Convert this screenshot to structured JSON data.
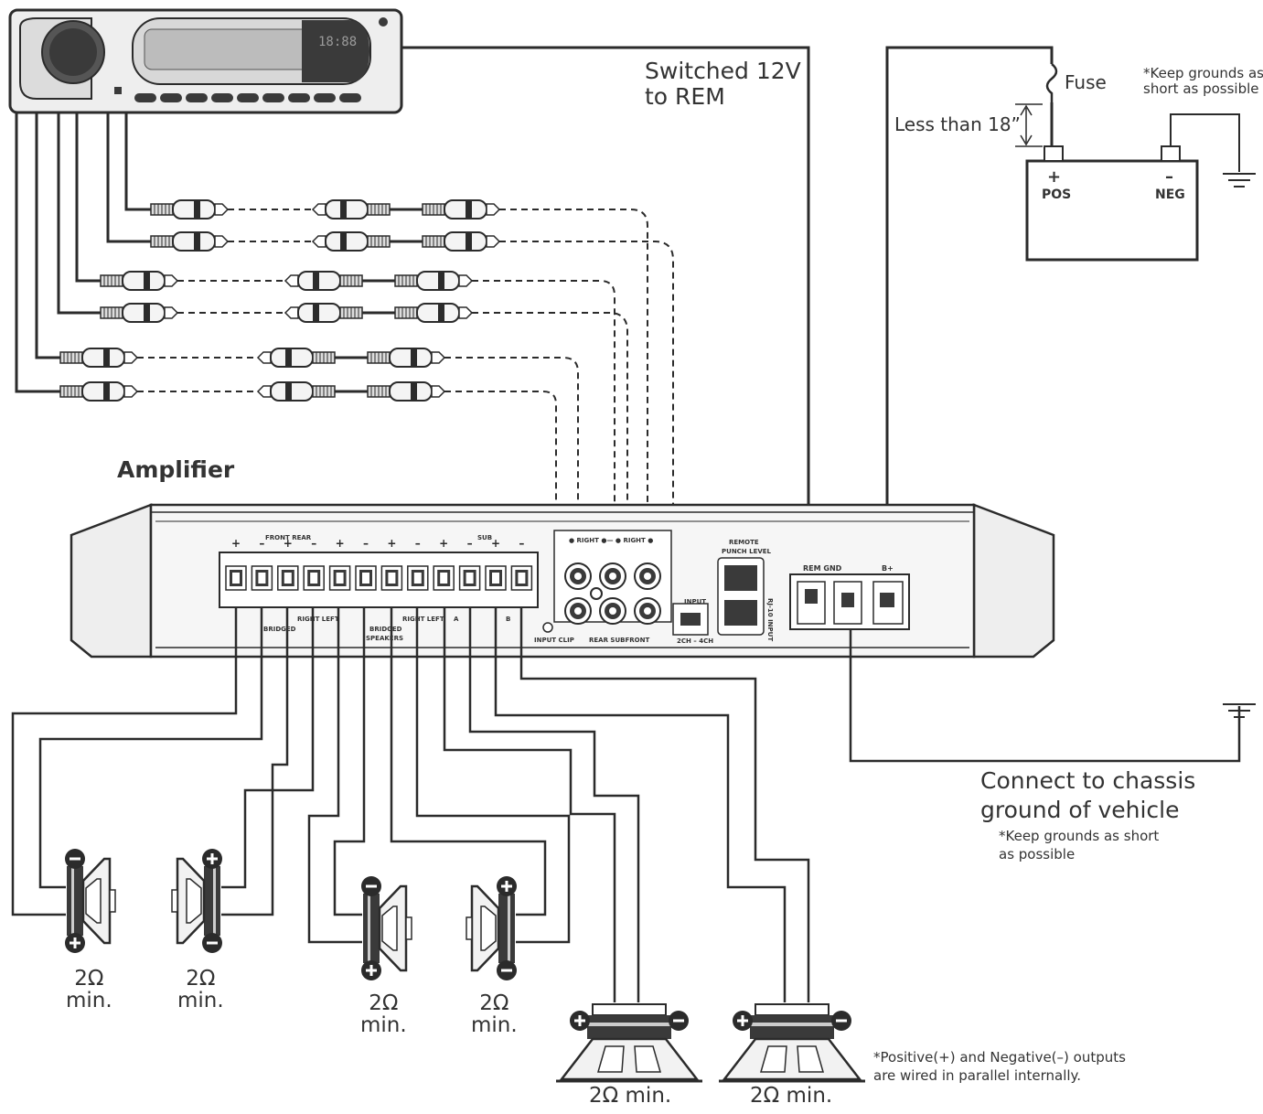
{
  "labels": {
    "switched": [
      "Switched 12V",
      "to REM"
    ],
    "fuse": "Fuse",
    "less_than": "Less than 18”",
    "keep_grounds_top": [
      "*Keep grounds as",
      "short as possible"
    ],
    "battery_pos_sign": "+",
    "battery_pos": "POS",
    "battery_neg_sign": "–",
    "battery_neg": "NEG",
    "amplifier": "Amplifier",
    "chassis": [
      "Connect to chassis",
      "ground of vehicle"
    ],
    "keep_grounds_bottom": [
      "*Keep grounds as short",
      "as possible"
    ],
    "parallel_note": [
      "*Positive(+) and Negative(–) outputs",
      "are wired in parallel internally."
    ],
    "head_display": "18:88"
  },
  "amp_panel": {
    "front_rear": "FRONT REAR",
    "sub": "SUB",
    "right_left_1": "RIGHT LEFT",
    "right_left_2": "RIGHT LEFT",
    "bridged_1": "BRIDGED",
    "bridged_2": "BRIDGED",
    "speakers": "SPEAKERS",
    "a": "A",
    "b": "B",
    "input_clip": "INPUT CLIP",
    "rca_top": "● RIGHT ●— ● RIGHT ●",
    "rear_subfront": "REAR SUBFRONT",
    "input": "INPUT",
    "input_range": "2CH – 4CH",
    "remote": "REMOTE",
    "punch_level": "PUNCH LEVEL",
    "rj": "RJ-10 INPUT",
    "rem_gnd": "REM GND",
    "b_plus": "B+"
  },
  "terminal_signs": [
    "+",
    "–",
    "+",
    "–",
    "+",
    "–",
    "+",
    "–",
    "+",
    "–",
    "+",
    "–"
  ],
  "speakers": [
    {
      "impedance": [
        "2Ω",
        "min."
      ],
      "top": "–",
      "bottom": "+"
    },
    {
      "impedance": [
        "2Ω",
        "min."
      ],
      "top": "+",
      "bottom": "–"
    },
    {
      "impedance": [
        "2Ω",
        "min."
      ],
      "top": "–",
      "bottom": "+"
    },
    {
      "impedance": [
        "2Ω",
        "min."
      ],
      "top": "+",
      "bottom": "–"
    }
  ],
  "subwoofers": [
    {
      "impedance": "2Ω min.",
      "left": "+",
      "right": "–"
    },
    {
      "impedance": "2Ω min.",
      "left": "+",
      "right": "–"
    }
  ],
  "colors": {
    "line": "#2b2b2b",
    "fill_dark": "#3a3a3a",
    "fill_light": "#eeeeee"
  }
}
